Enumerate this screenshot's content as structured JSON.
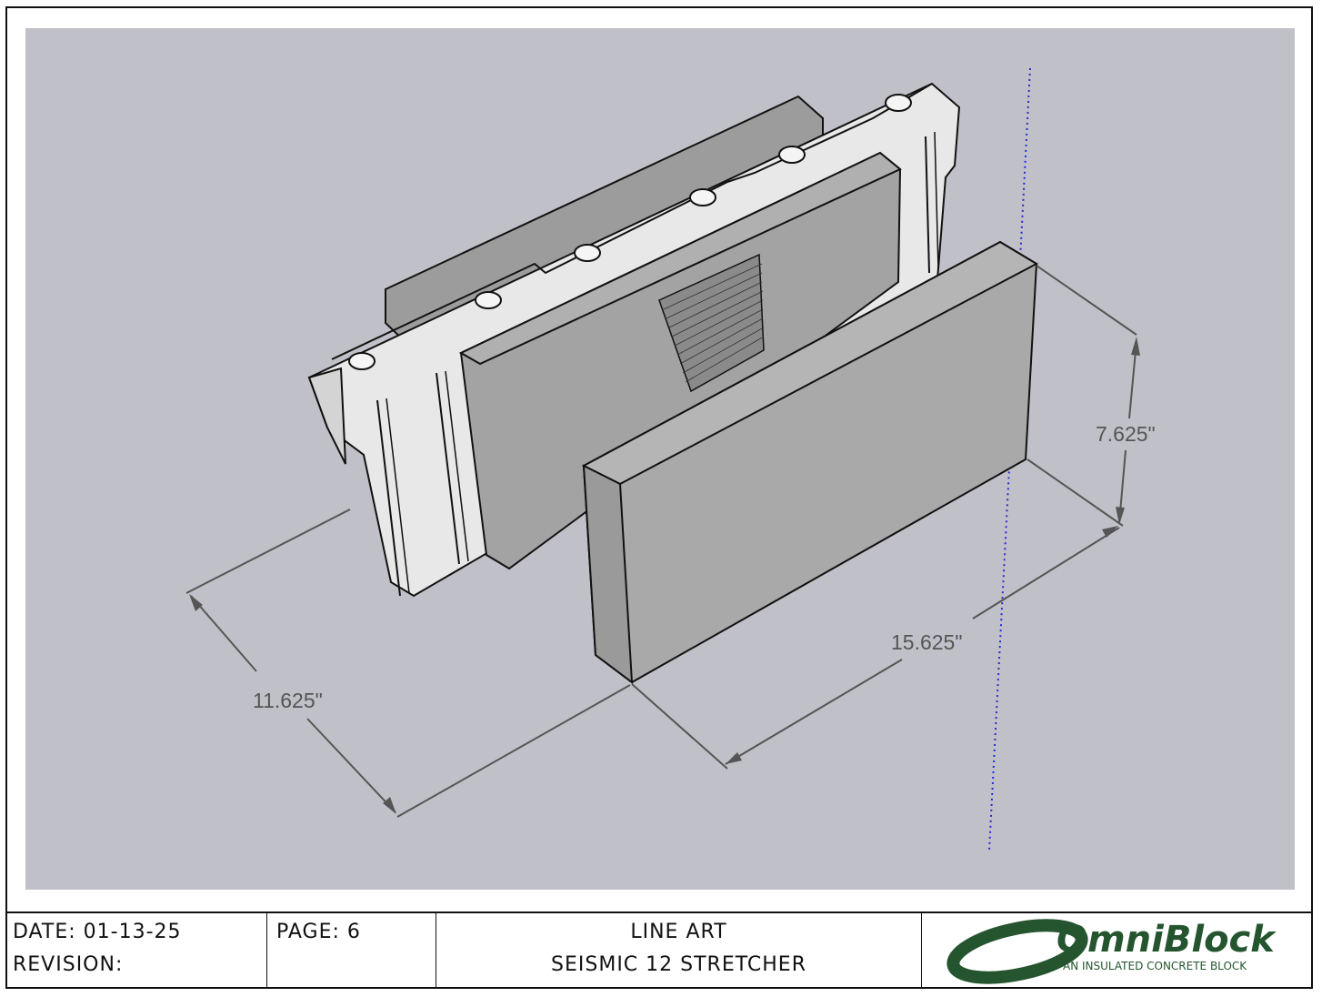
{
  "drawing": {
    "dimensions": {
      "height": "7.625\"",
      "length": "15.625\"",
      "width": "11.625\""
    },
    "colors": {
      "background": "#c0c0c8",
      "block_face": "#a9a9a9",
      "block_top": "#b5b5b5",
      "foam": "#efefef",
      "axis": "#2a2ad0",
      "dimension_line": "#555555"
    }
  },
  "title_block": {
    "date_label": "DATE: 01-13-25",
    "revision_label": "REVISION:",
    "page_label": "PAGE: 6",
    "title_line1": "LINE ART",
    "title_line2": "SEISMIC 12 STRETCHER"
  },
  "logo": {
    "name": "OmniBlock",
    "tagline": "AN INSULATED CONCRETE BLOCK",
    "color": "#24552f"
  }
}
